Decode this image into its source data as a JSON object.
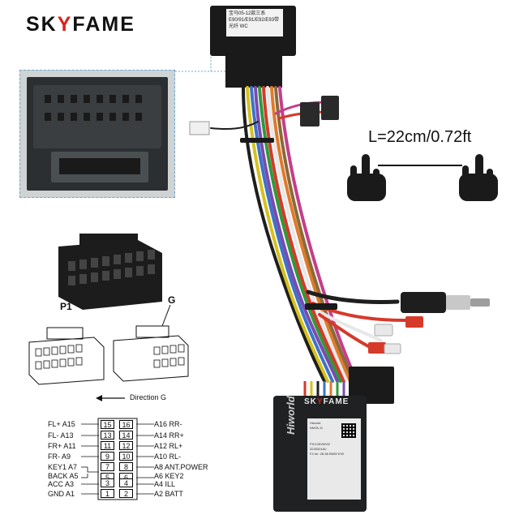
{
  "brand": {
    "text_a": "SK",
    "text_y": "Y",
    "text_b": "FAME"
  },
  "harness_label": "宝马05-12款三系E90/91/E91/E92/E93带光纤 WC",
  "measurement": "L=22cm/0.72ft",
  "connector_labels": {
    "p1": "P1",
    "g": "G"
  },
  "direction_label": "Direction G",
  "pinout": {
    "left": [
      {
        "name": "FL+",
        "pin": "A15",
        "num": "15"
      },
      {
        "name": "FL-",
        "pin": "A13",
        "num": "13"
      },
      {
        "name": "FR+",
        "pin": "A11",
        "num": "11"
      },
      {
        "name": "FR-",
        "pin": "A9",
        "num": "9"
      },
      {
        "name": "KEY1",
        "pin": "A7",
        "num": "7"
      },
      {
        "name": "BACK",
        "pin": "A5",
        "num": "5"
      },
      {
        "name": "ACC",
        "pin": "A3",
        "num": "3"
      },
      {
        "name": "GND",
        "pin": "A1",
        "num": "1"
      }
    ],
    "right": [
      {
        "name": "RR-",
        "pin": "A16",
        "num": "16"
      },
      {
        "name": "RR+",
        "pin": "A14",
        "num": "14"
      },
      {
        "name": "RL+",
        "pin": "A12",
        "num": "12"
      },
      {
        "name": "RL-",
        "pin": "A10",
        "num": "10"
      },
      {
        "name": "ANT.POWER",
        "pin": "A8",
        "num": "8"
      },
      {
        "name": "KEY2",
        "pin": "A6",
        "num": "6"
      },
      {
        "name": "ILL",
        "pin": "A4",
        "num": "4"
      },
      {
        "name": "BATT",
        "pin": "A2",
        "num": "2"
      }
    ]
  },
  "canbox": {
    "brand_a": "SK",
    "brand_y": "Y",
    "brand_b": "FAME",
    "maker": "Hiworld",
    "sticker_lines": [
      "Hiworld",
      "NM35-11",
      "PIC128V6002",
      "3228324A0",
      "F4 for: 28-58 BMW E90"
    ]
  },
  "colors": {
    "brand_accent": "#d8231e",
    "dashed_border": "#6aa9d8"
  }
}
